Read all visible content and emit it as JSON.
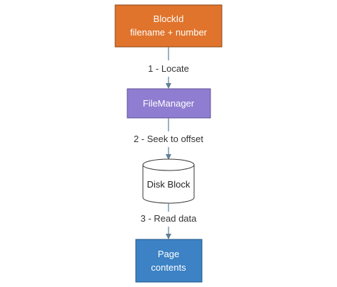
{
  "nodes": {
    "blockid": {
      "line1": "BlockId",
      "line2": "filename + number",
      "fill": "#e0742c",
      "stroke": "#8a4315"
    },
    "filemanager": {
      "label": "FileManager",
      "fill": "#8e7dd0",
      "stroke": "#5e4f9a"
    },
    "diskblock": {
      "label": "Disk Block",
      "fill": "#ffffff",
      "stroke": "#333333"
    },
    "page": {
      "line1": "Page",
      "line2": "contents",
      "fill": "#3c82c4",
      "stroke": "#1f5585"
    }
  },
  "edges": {
    "locate": "1 - Locate",
    "seek": "2 - Seek to offset",
    "read": "3 - Read data"
  },
  "colors": {
    "arrow": "#5f7f95",
    "text": "#333333"
  }
}
